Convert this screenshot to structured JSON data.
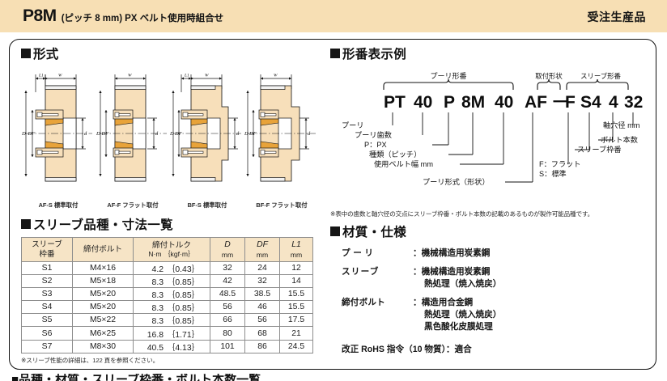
{
  "header": {
    "code": "P8M",
    "pitch": "(ピッチ 8 mm)",
    "belt": "PX ベルト使用時組合せ",
    "badge": "受注生産品"
  },
  "sections": {
    "type_heading": "形式",
    "partnumber_heading": "形番表示例",
    "sleeve_heading": "スリーブ品種・寸法一覧",
    "material_heading": "材質・仕様"
  },
  "figures": [
    {
      "label": "AF-S 標準取付",
      "style": "AF-S",
      "dims": [
        "L1",
        "W",
        "D",
        "DF",
        "d"
      ]
    },
    {
      "label": "AF-F フラット取付",
      "style": "AF-F",
      "dims": [
        "W",
        "D",
        "DF",
        "d"
      ]
    },
    {
      "label": "BF-S 標準取付",
      "style": "BF-S",
      "dims": [
        "L1",
        "W",
        "D",
        "DF",
        "d"
      ]
    },
    {
      "label": "BF-F フラット取付",
      "style": "BF-F",
      "dims": [
        "W",
        "D",
        "DF",
        "d"
      ]
    }
  ],
  "sleeve_table": {
    "columns": [
      {
        "line1": "スリーブ",
        "line2": "枠番"
      },
      {
        "line1": "締付ボルト",
        "line2": ""
      },
      {
        "line1": "締付トルク",
        "line2": "N·m ｛kgf·m｝"
      },
      {
        "line1": "D",
        "line2": "mm"
      },
      {
        "line1": "DF",
        "line2": "mm"
      },
      {
        "line1": "L1",
        "line2": "mm"
      }
    ],
    "rows": [
      {
        "frame": "S1",
        "bolt": "M4×16",
        "torque_nm": "4.2",
        "torque_kgf": "｛0.43｝",
        "D": "32",
        "DF": "24",
        "L1": "12"
      },
      {
        "frame": "S2",
        "bolt": "M5×18",
        "torque_nm": "8.3",
        "torque_kgf": "｛0.85｝",
        "D": "42",
        "DF": "32",
        "L1": "14"
      },
      {
        "frame": "S3",
        "bolt": "M5×20",
        "torque_nm": "8.3",
        "torque_kgf": "｛0.85｝",
        "D": "48.5",
        "DF": "38.5",
        "L1": "15.5"
      },
      {
        "frame": "S4",
        "bolt": "M5×20",
        "torque_nm": "8.3",
        "torque_kgf": "｛0.85｝",
        "D": "56",
        "DF": "46",
        "L1": "15.5"
      },
      {
        "frame": "S5",
        "bolt": "M5×22",
        "torque_nm": "8.3",
        "torque_kgf": "｛0.85｝",
        "D": "66",
        "DF": "56",
        "L1": "17.5"
      },
      {
        "frame": "S6",
        "bolt": "M6×25",
        "torque_nm": "16.8",
        "torque_kgf": "｛1.71｝",
        "D": "80",
        "DF": "68",
        "L1": "21"
      },
      {
        "frame": "S7",
        "bolt": "M8×30",
        "torque_nm": "40.5",
        "torque_kgf": "｛4.13｝",
        "D": "101",
        "DF": "86",
        "L1": "24.5"
      }
    ],
    "footnote": "※スリーブ性能の詳細は、122 頁を参照ください。"
  },
  "part_number": {
    "brace_labels": {
      "pulley": "プーリ形番",
      "mount": "取付形状",
      "sleeve": "スリーブ形番"
    },
    "tokens": [
      "PT",
      "40",
      "P",
      "8M",
      "40",
      "AF",
      "－",
      "F",
      "S4",
      "4",
      "32"
    ],
    "callouts_left": [
      "プーリ",
      "プーリ歯数",
      "P：PX",
      "種類（ピッチ）",
      "使用ベルト幅 mm",
      "プーリ形式（形状）"
    ],
    "callouts_right": [
      "軸穴径 mm",
      "ボルト本数",
      "スリーブ枠番"
    ],
    "mount_legend": [
      "F：フラット",
      "S：標準"
    ],
    "footnote": "※表中の歯数と軸穴径の交点にスリーブ枠番・ボルト本数の記載のあるものが製作可能品種です。"
  },
  "materials": {
    "items": [
      {
        "key": "プーリ",
        "value": "機械構造用炭素鋼",
        "sub": []
      },
      {
        "key": "スリーブ",
        "value": "機械構造用炭素鋼",
        "sub": [
          "熱処理（焼入焼戻）"
        ]
      },
      {
        "key": "締付ボルト",
        "value": "構造用合金鋼",
        "sub": [
          "熱処理（焼入焼戻）",
          "黒色酸化皮膜処理"
        ]
      }
    ],
    "rohs": "改正 RoHS 指令（10 物質）：適合"
  },
  "bottom_partial": "■品種・材質・スリーブ枠番・ボルト本数一覧",
  "colors": {
    "header_band": "#f7dfb4",
    "table_header": "#f6e4c6",
    "body_fill": "#f7dfba",
    "sleeve_fill": "#e8a33a",
    "line": "#111111"
  }
}
